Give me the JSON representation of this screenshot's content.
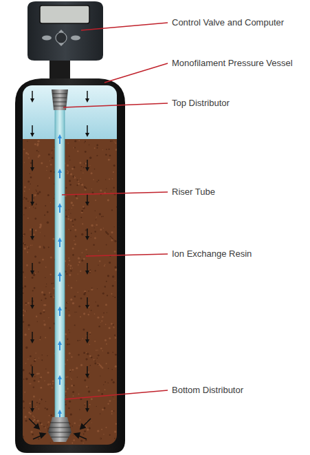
{
  "diagram": {
    "labels": [
      "Control Valve and Computer",
      "Monofilament Pressure Vessel",
      "Top Distributor",
      "Riser Tube",
      "Ion Exchange Resin",
      "Bottom Distributor"
    ]
  }
}
